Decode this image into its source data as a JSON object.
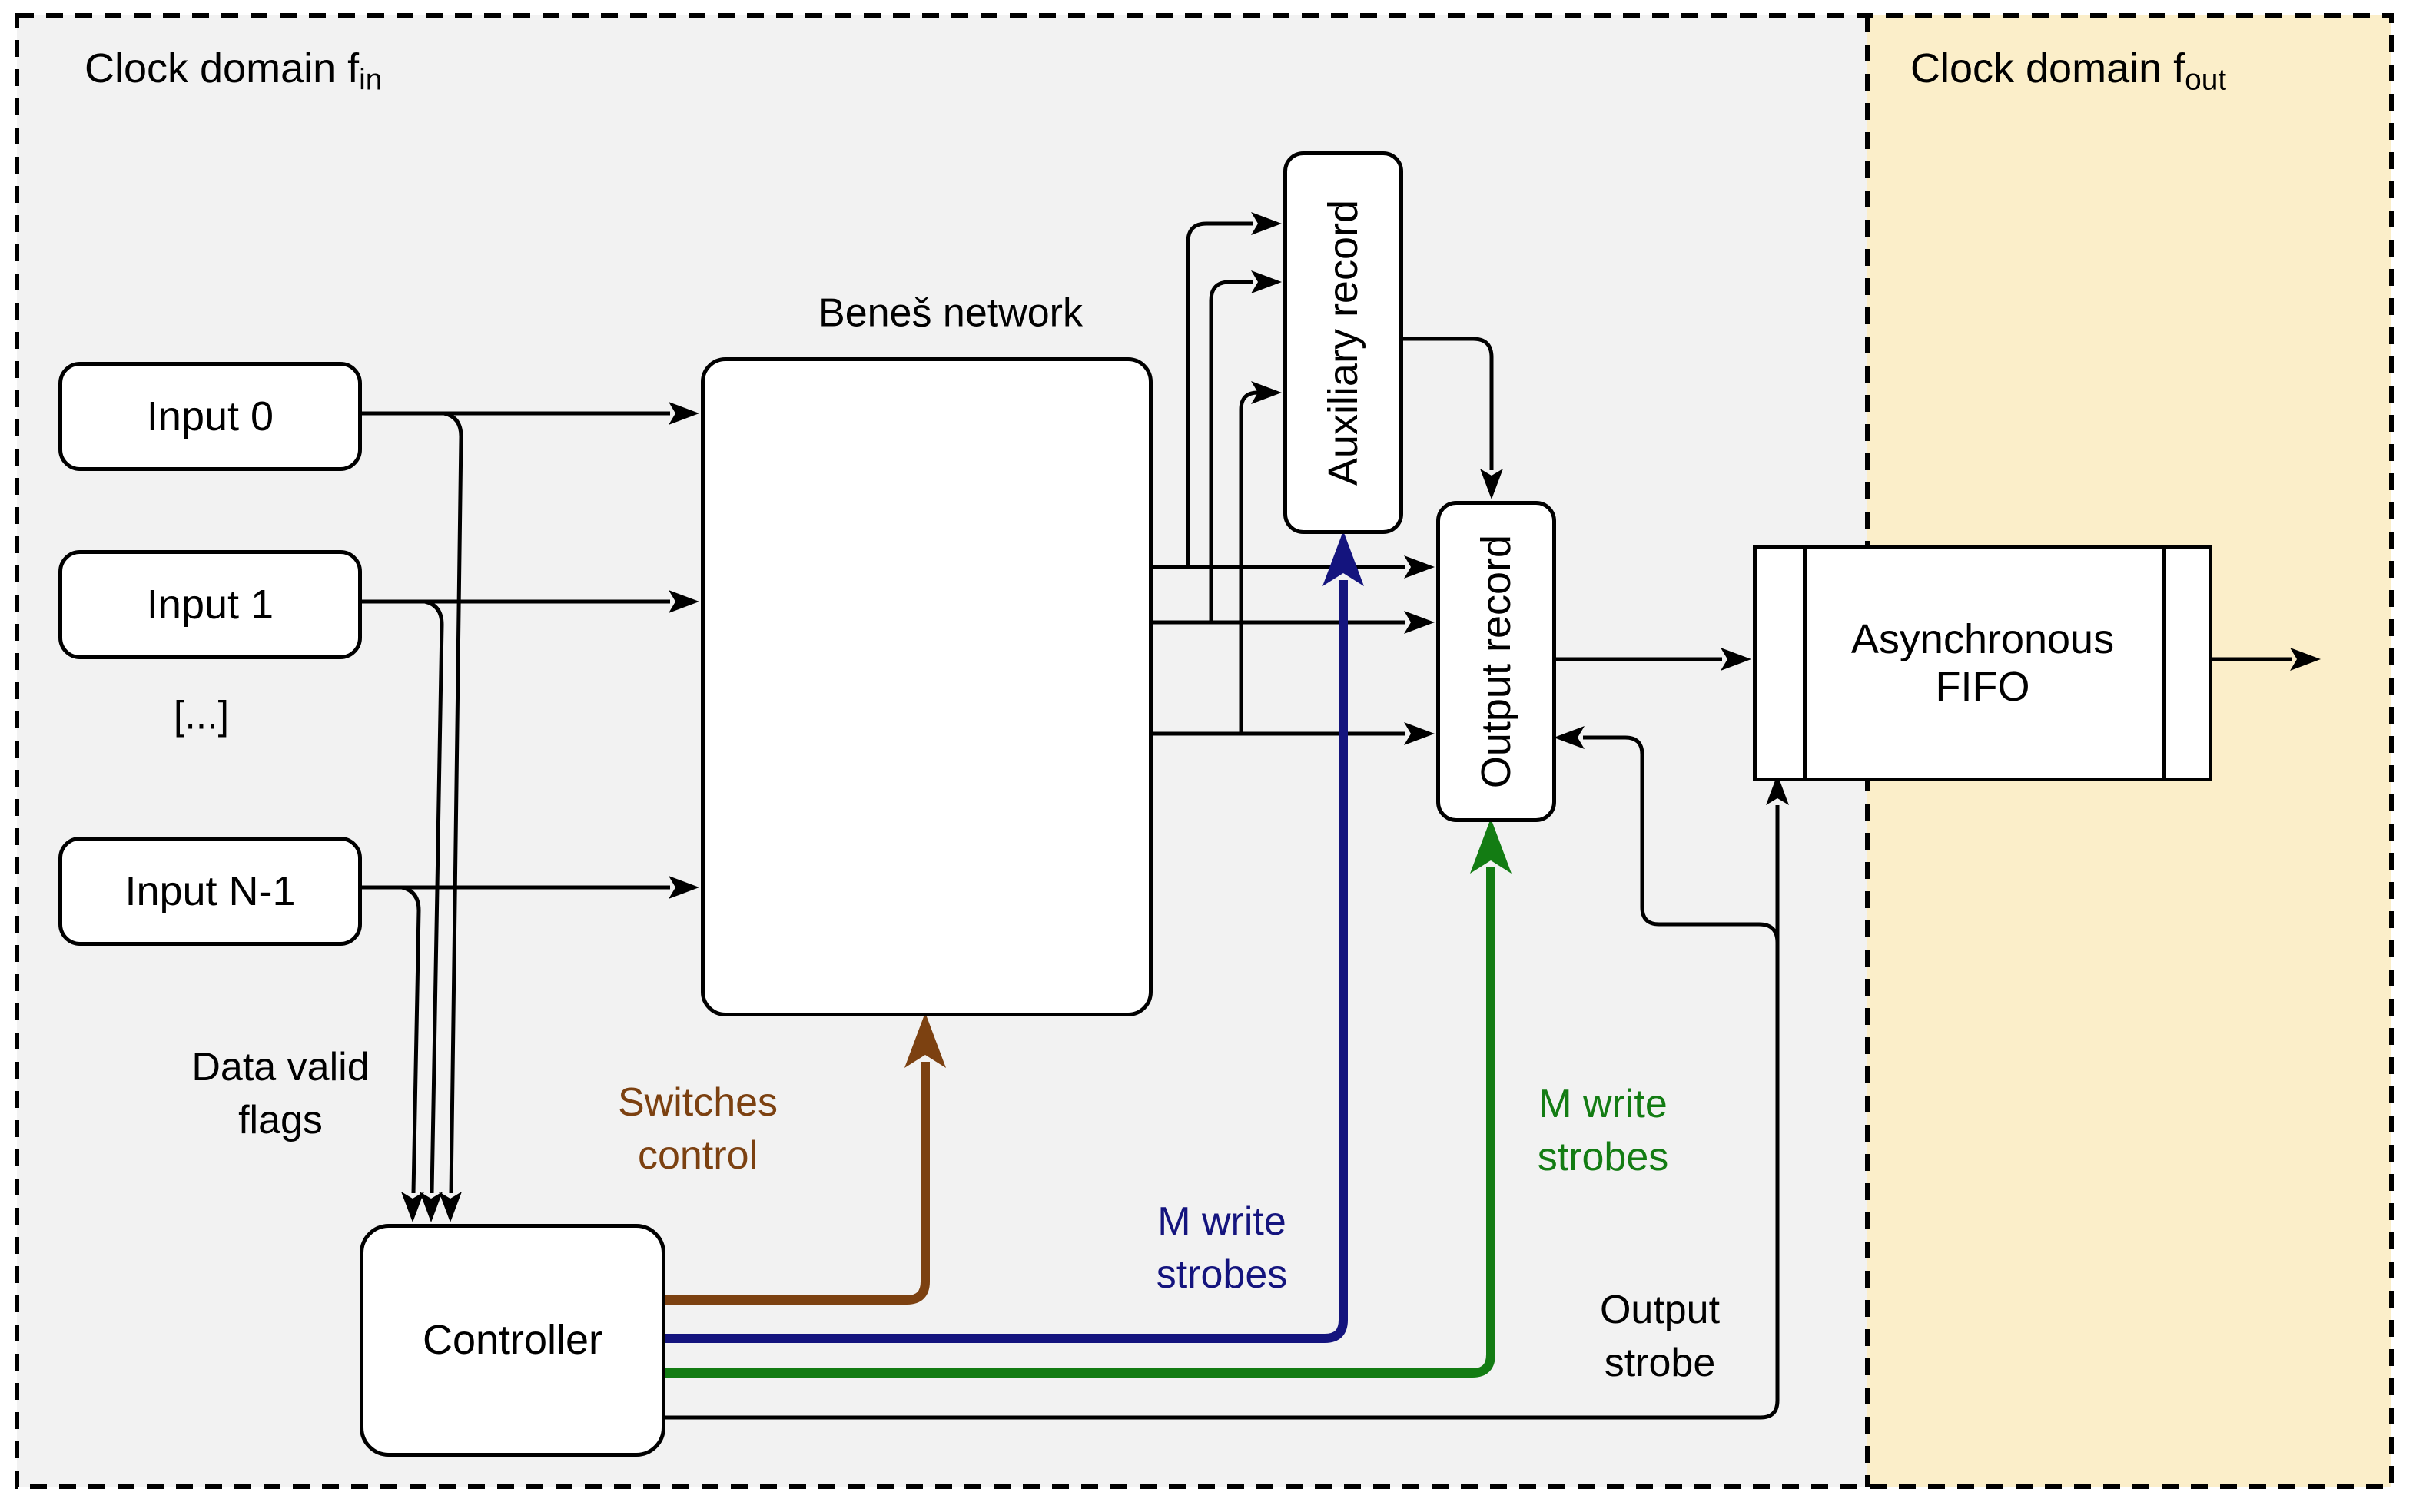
{
  "colors": {
    "domain_in_bg": "#F2F2F2",
    "domain_out_bg": "#FBEEC9",
    "line_black": "#000000",
    "box_fill": "#FFFFFF",
    "switches_brown": "#7C4111",
    "strobe_navy": "#14147E",
    "strobe_green": "#137C13"
  },
  "domains": {
    "in": {
      "label": "Clock domain f",
      "sub": "in"
    },
    "out": {
      "label": "Clock domain f",
      "sub": "out"
    }
  },
  "nodes": {
    "input0": {
      "label": "Input 0"
    },
    "input1": {
      "label": "Input 1"
    },
    "input_gap": {
      "label": "[...]"
    },
    "input_n1": {
      "label": "Input N-1"
    },
    "benes": {
      "label": "Beneš network"
    },
    "aux_record": {
      "label": "Auxiliary record"
    },
    "out_record": {
      "label": "Output record"
    },
    "fifo": {
      "label": "Asynchronous\nFIFO"
    },
    "controller": {
      "label": "Controller"
    }
  },
  "edge_labels": {
    "data_valid_flags": "Data valid\nflags",
    "switches_control": "Switches\ncontrol",
    "m_write_strobes_aux": "M write\nstrobes",
    "m_write_strobes_out": "M write\nstrobes",
    "output_strobe": "Output\nstrobe"
  }
}
